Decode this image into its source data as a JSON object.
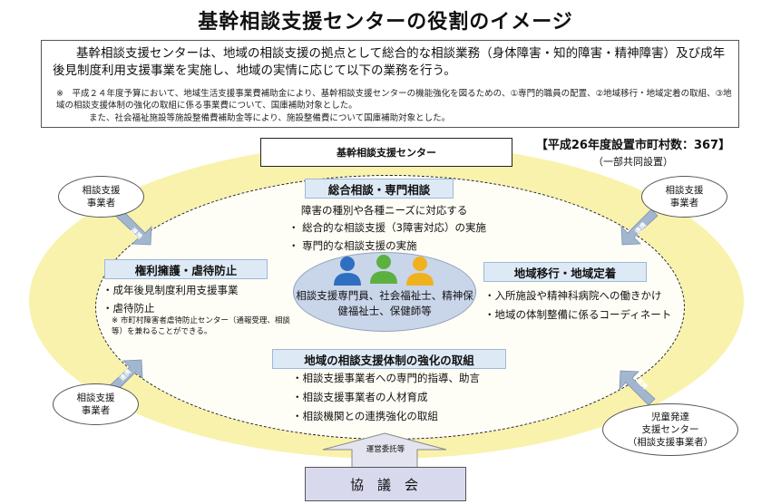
{
  "title": "基幹相談支援センターの役割のイメージ",
  "summary": "基幹相談支援センターは、地域の相談支援の拠点として総合的な相談業務（身体障害・知的障害・精神障害）及び成年後見制度利用支援事業を実施し、地域の実情に応じて以下の業務を行う。",
  "notes": [
    "※　平成２４年度予算において、地域生活支援事業費補助金により、基幹相談支援センターの機能強化を図るための、①専門的職員の配置、②地域移行・地域定着の取組、③地域の相談支援体制の強化の取組に係る事業費について、国庫補助対象とした。",
    "また、社会福祉施設等施設整備費補助金等により、施設整備費について国庫補助対象とした。"
  ],
  "center": {
    "title": "基幹相談支援センター",
    "count": "【平成26年度設置市町村数：367】",
    "count_sub": "（一部共同設置）",
    "staff": "相談支援専門員、社会福祉士、精神保健福祉士、保健師等"
  },
  "sections": {
    "sogo": {
      "heading": "総合相談・専門相談",
      "intro": "障害の種別や各種ニーズに対応する",
      "items": [
        "・ 総合的な相談支援（3障害対応）の実施",
        "・ 専門的な相談支援の実施"
      ]
    },
    "kenri": {
      "heading": "権利擁護・虐待防止",
      "items": [
        "・成年後見制度利用支援事業",
        "・虐待防止"
      ],
      "note": "※ 市町村障害者虐待防止センター（通報受理、相談等）を兼ねることができる。"
    },
    "chiiki": {
      "heading": "地域移行・地域定着",
      "items": [
        "・入所施設や精神科病院への働きかけ",
        "・地域の体制整備に係るコーディネート"
      ]
    },
    "kyoka": {
      "heading": "地域の相談支援体制の強化の取組",
      "items": [
        "・相談支援事業者への専門的指導、助言",
        "・相談支援事業者の人材育成",
        "・相談機関との連携強化の取組"
      ]
    }
  },
  "satellites": {
    "top_left": "相談支援\n事業者",
    "top_right": "相談支援\n事業者",
    "bottom_left": "相談支援\n事業者",
    "bottom_right": "児童発達\n支援センター\n（相談支援事業者）"
  },
  "connector_label": "連携",
  "bottom": {
    "arrow_label": "運営委託等",
    "council": "協議会"
  },
  "colors": {
    "outer_ellipse": "#f9f2ac",
    "heading_fill": "#ddeaf6",
    "staff_oval": "#c9d6ea",
    "connector": "#a3b6cf",
    "person_blue": "#2f6fc0",
    "person_green": "#5cb040",
    "person_yellow": "#efb21e",
    "council_fill": "#d9d9ee"
  }
}
